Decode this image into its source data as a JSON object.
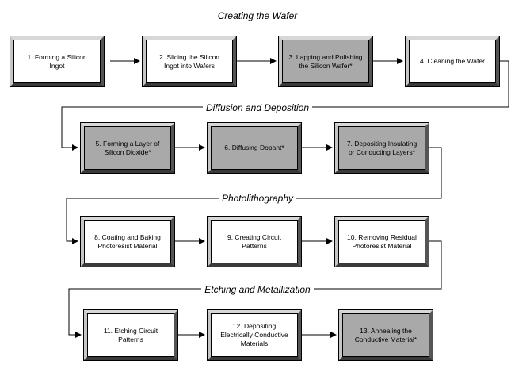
{
  "sections": [
    {
      "title": "Creating the Wafer"
    },
    {
      "title": "Diffusion and Deposition"
    },
    {
      "title": "Photolithography"
    },
    {
      "title": "Etching and Metallization"
    }
  ],
  "steps": [
    {
      "label": "1. Forming a Silicon Ingot",
      "style": "white"
    },
    {
      "label": "2. Slicing the Silicon Ingot into Wafers",
      "style": "white"
    },
    {
      "label": "3. Lapping and Polishing the Silicon Wafer*",
      "style": "gray"
    },
    {
      "label": "4. Cleaning the Wafer",
      "style": "white"
    },
    {
      "label": "5. Forming a Layer of Silicon Dioxide*",
      "style": "gray"
    },
    {
      "label": "6. Diffusing Dopant*",
      "style": "gray"
    },
    {
      "label": "7. Depositing Insulating or Conducting Layers*",
      "style": "gray"
    },
    {
      "label": "8. Coating and Baking Photoresist Material",
      "style": "white"
    },
    {
      "label": "9. Creating Circuit Patterns",
      "style": "white"
    },
    {
      "label": "10. Removing Residual Photoresist Material",
      "style": "white"
    },
    {
      "label": "11. Etching Circuit Patterns",
      "style": "white"
    },
    {
      "label": "12. Depositing Electrically Conductive Materials",
      "style": "white"
    },
    {
      "label": "13. Annealing the Conductive Material*",
      "style": "gray"
    }
  ],
  "colors": {
    "shaded_box": "#a9a9a9",
    "plain_box": "#ffffff",
    "line": "#000000"
  }
}
